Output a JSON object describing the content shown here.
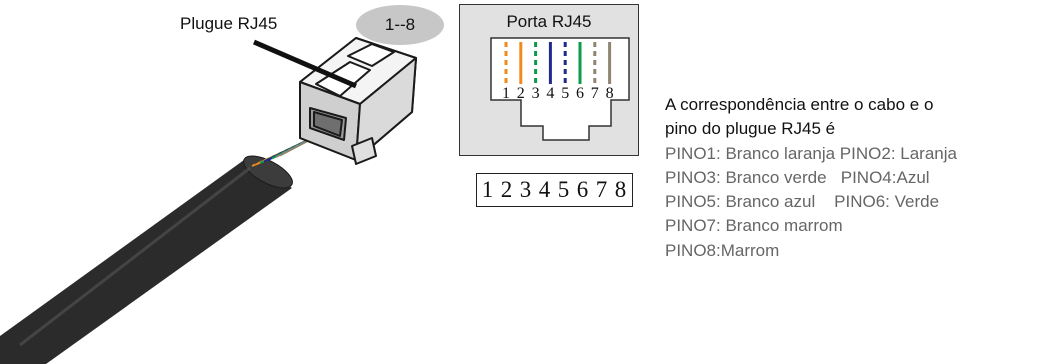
{
  "plug": {
    "label": "Plugue RJ45",
    "pin_range": "1--8"
  },
  "port": {
    "title": "Porta RJ45",
    "pin_numbers": [
      "1",
      "2",
      "3",
      "4",
      "5",
      "6",
      "7",
      "8"
    ]
  },
  "wire_colors": {
    "orange": "#f08a1e",
    "green": "#0b9c4a",
    "blue": "#1f2a8c",
    "brown": "#8f8472",
    "cable": "#2a2a2a"
  },
  "pins": [
    {
      "color": "white-orange",
      "stripe": "#f08a1e",
      "solid": false
    },
    {
      "color": "orange",
      "stripe": "#f08a1e",
      "solid": true
    },
    {
      "color": "white-green",
      "stripe": "#0b9c4a",
      "solid": false
    },
    {
      "color": "blue",
      "stripe": "#1f2a8c",
      "solid": true
    },
    {
      "color": "white-blue",
      "stripe": "#1f2a8c",
      "solid": false
    },
    {
      "color": "green",
      "stripe": "#0b9c4a",
      "solid": true
    },
    {
      "color": "white-brown",
      "stripe": "#8f8472",
      "solid": false
    },
    {
      "color": "brown",
      "stripe": "#8f8472",
      "solid": true
    }
  ],
  "correspondence": {
    "intro_line1": "A correspondência entre o cabo e o",
    "intro_line2": "pino do plugue RJ45 é",
    "lines": [
      "PINO1: Branco laranja PINO2: Laranja",
      "PINO3: Branco verde   PINO4:Azul",
      "PINO5: Branco azul    PINO6: Verde",
      "PINO7: Branco marrom",
      "PINO8:Marrom"
    ]
  }
}
